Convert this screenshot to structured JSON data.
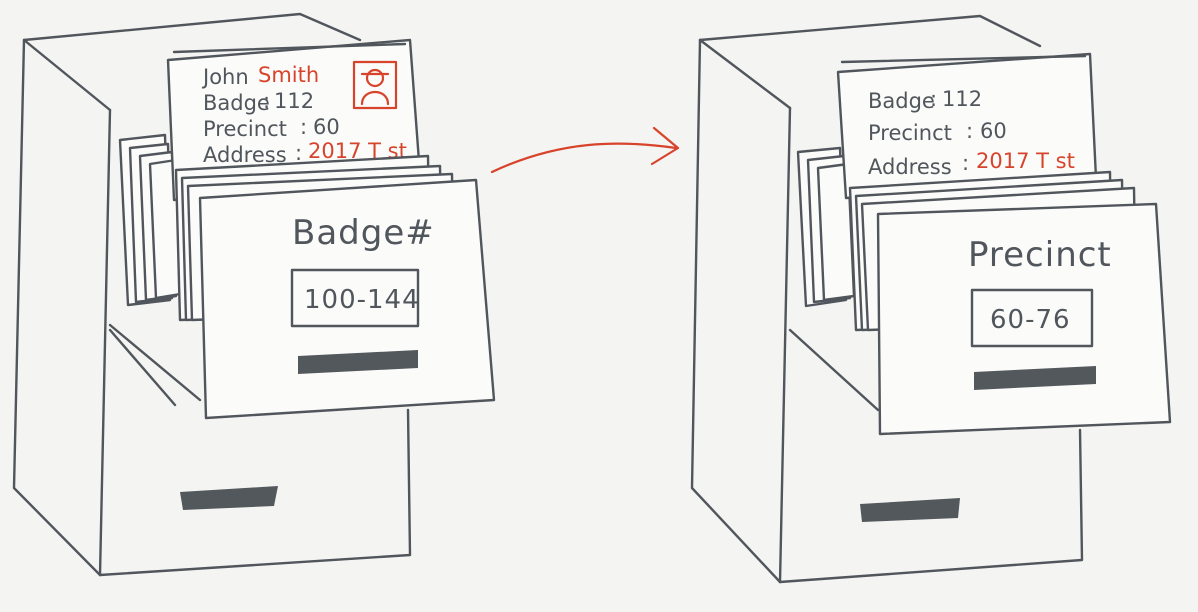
{
  "left_cabinet": {
    "card": {
      "name_label": "John",
      "name_value": "Smith",
      "badge_label": "Badge",
      "badge_value": "112",
      "precinct_label": "Precinct",
      "precinct_value": "60",
      "address_label": "Address",
      "address_value": "2017 T st"
    },
    "drawer_title": "Badge#",
    "drawer_range": "100-144"
  },
  "right_cabinet": {
    "card": {
      "badge_label": "Badge",
      "badge_value": "112",
      "precinct_label": "Precinct",
      "precinct_value": "60",
      "address_label": "Address",
      "address_value": "2017 T st"
    },
    "drawer_title": "Precinct",
    "drawer_range": "60-76"
  },
  "colors": {
    "ink": "#50565c",
    "accent_red": "#d8432c",
    "background": "#f4f4f2"
  },
  "icons": {
    "photo": "person-photo-icon",
    "arrow": "arrow-right-icon"
  }
}
